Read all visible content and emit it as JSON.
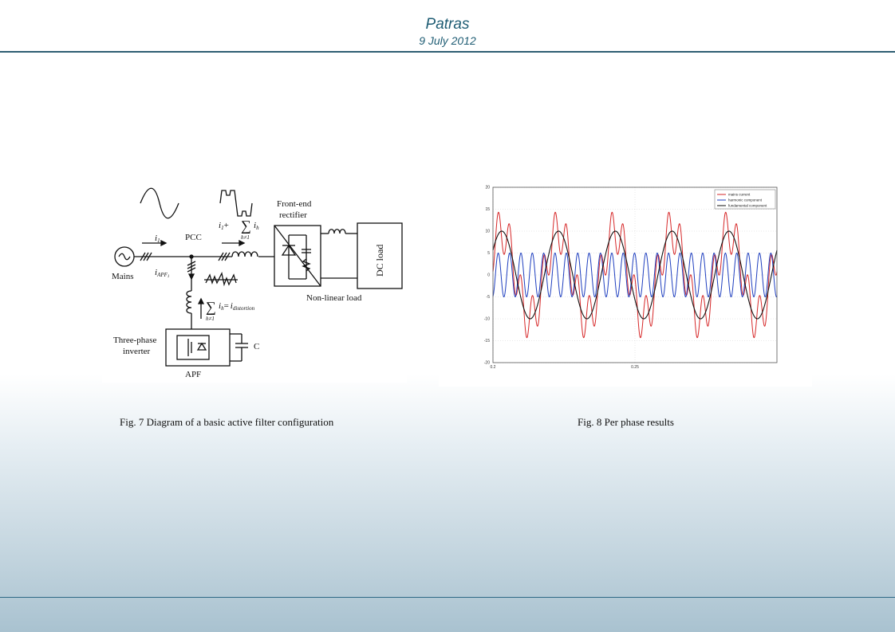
{
  "header": {
    "title": "Patras",
    "date": "9 July 2012"
  },
  "figure7": {
    "caption": "Fig. 7 Diagram of a basic active filter configuration",
    "labels": {
      "pcc": "PCC",
      "front_end": "Front-end",
      "rectifier": "rectifier",
      "mains": "Mains",
      "dc_load": "DC load",
      "nonlinear_load": "Non-linear load",
      "three_phase": "Three-phase",
      "inverter": "inverter",
      "apf": "APF",
      "capacitor": "C",
      "i1": "i",
      "i1_sub": "1",
      "i1_plus": "i",
      "i1_plus_sub": "1",
      "plus": "+",
      "sigma_ih": "i",
      "sigma_ih_sub": "h",
      "h_ne_1": "h≠1",
      "h_ne_1_b": "h≠1",
      "iapf": "i",
      "iapf_sub": "APF",
      "iapf_sub2": "1",
      "ih_eq": "i",
      "ih_eq_sub": "h",
      "equals": "=",
      "idist": "i",
      "idist_sub": "distortion"
    }
  },
  "figure8": {
    "caption": "Fig. 8 Per phase results"
  },
  "chart_data": {
    "type": "line",
    "x_ticks": [
      "0.2",
      "0.25"
    ],
    "y_ticks": [
      "20",
      "15",
      "10",
      "5",
      "0",
      "-5",
      "-10",
      "-15",
      "-20"
    ],
    "xlim": [
      0.2,
      0.3
    ],
    "ylim": [
      -20,
      20
    ],
    "grid": true,
    "legend_position": "top-right",
    "series": [
      {
        "name": "mains current",
        "color": "#d62728",
        "fundamental": 10,
        "harmonic": 5
      },
      {
        "name": "harmonic component",
        "color": "#1f3fbf",
        "amplitude": 5,
        "harmonic_order": 5
      },
      {
        "name": "fundamental component",
        "color": "#111111",
        "amplitude": 10
      }
    ],
    "fundamental_frequency_hz": 50
  }
}
